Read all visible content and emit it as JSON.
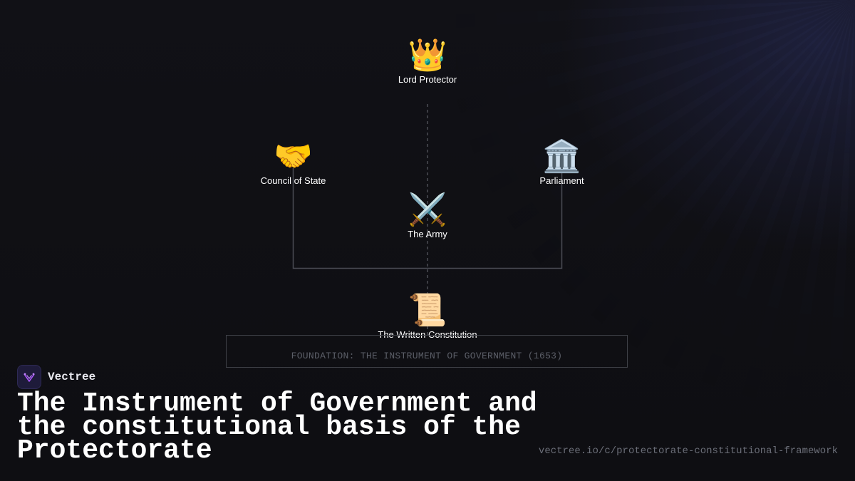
{
  "diagram": {
    "nodes": {
      "lord_protector": {
        "icon": "👑",
        "icon_name": "crown-icon",
        "label": "Lord Protector"
      },
      "council": {
        "icon": "🤝",
        "icon_name": "handshake-icon",
        "label": "Council of State"
      },
      "parliament": {
        "icon": "🏛️",
        "icon_name": "classical-building-icon",
        "label": "Parliament"
      },
      "army": {
        "icon": "⚔️",
        "icon_name": "crossed-swords-icon",
        "label": "The Army"
      },
      "constitution": {
        "icon": "📜",
        "icon_name": "scroll-icon",
        "label": "The Written Constitution"
      }
    },
    "foundation": "FOUNDATION: THE INSTRUMENT OF GOVERNMENT (1653)"
  },
  "brand": {
    "name": "Vectree",
    "logo_color": "#a855f7"
  },
  "title": "The Instrument of Government and the constitutional basis of the Protectorate",
  "url": "vectree.io/c/protectorate-constitutional-framework",
  "colors": {
    "background": "#0f0f13",
    "connector": "#4a4c54",
    "dashed_connector": "#5a5c64",
    "text": "#ffffff",
    "muted": "#6b6e78"
  }
}
